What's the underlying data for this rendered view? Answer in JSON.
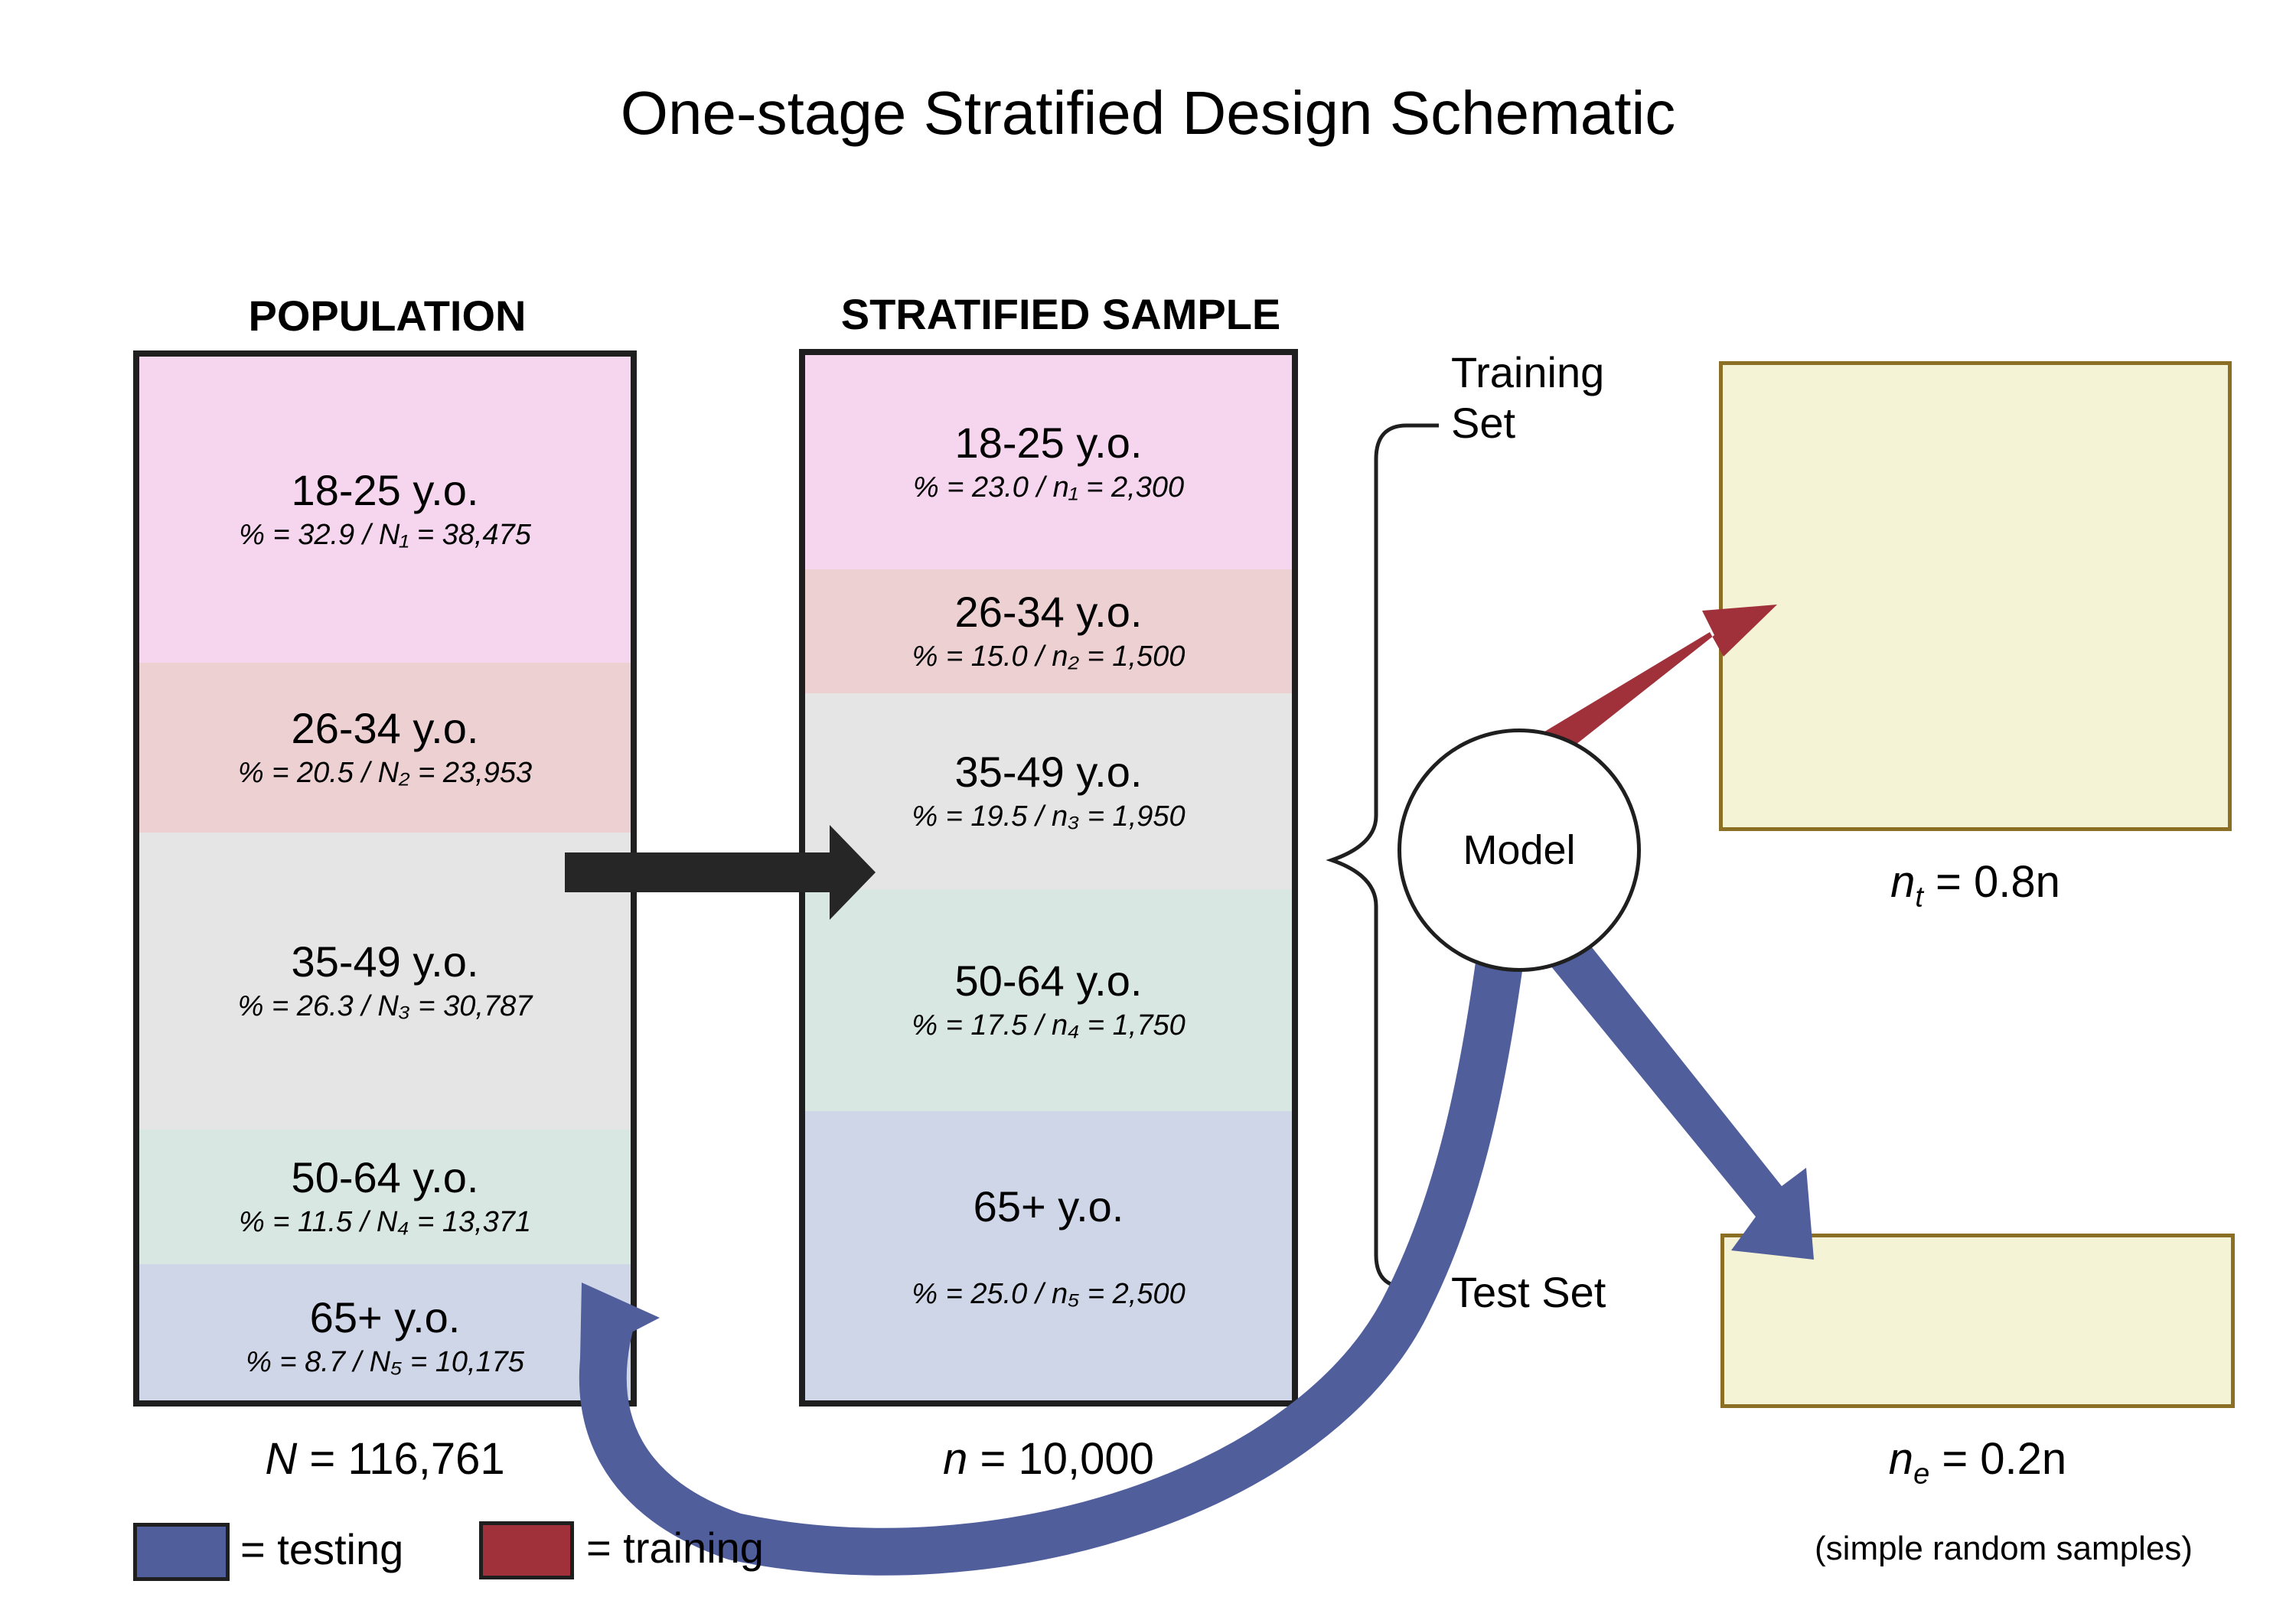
{
  "title": "One-stage Stratified Design Schematic",
  "population": {
    "header": "POPULATION",
    "strata": [
      {
        "label": "18-25 y.o.",
        "detail": "% = 32.9 / N₁ = 38,475"
      },
      {
        "label": "26-34 y.o.",
        "detail": "% = 20.5  / N₂ = 23,953"
      },
      {
        "label": "35-49 y.o.",
        "detail": "% = 26.3 / N₃ = 30,787"
      },
      {
        "label": "50-64 y.o.",
        "detail": "% = 11.5 / N₄ = 13,371"
      },
      {
        "label": "65+ y.o.",
        "detail": "% = 8.7 / N₅ = 10,175"
      }
    ],
    "total_symbol": "N",
    "total_value": " = 116,761"
  },
  "sample": {
    "header": "STRATIFIED SAMPLE",
    "strata": [
      {
        "label": "18-25 y.o.",
        "detail": "% = 23.0 / n₁ = 2,300"
      },
      {
        "label": "26-34 y.o.",
        "detail": "% = 15.0 / n₂ = 1,500"
      },
      {
        "label": "35-49 y.o.",
        "detail": "% = 19.5 / n₃ = 1,950"
      },
      {
        "label": "50-64 y.o.",
        "detail": "% = 17.5 / n₄ = 1,750"
      },
      {
        "label": "65+ y.o.",
        "detail": "% = 25.0 / n₅ = 2,500"
      }
    ],
    "total_symbol": "n",
    "total_value": " = 10,000"
  },
  "strata_colors": [
    "#f6d5ee",
    "#edd0d2",
    "#e5e5e5",
    "#d9e7e3",
    "#cfd6e8"
  ],
  "training_set": {
    "label_line1": "Training",
    "label_line2": "Set",
    "size_symbol": "n",
    "size_sub": "t",
    "size_value": " = 0.8n"
  },
  "test_set": {
    "label": "Test Set",
    "size_symbol": "n",
    "size_sub": "e",
    "size_value": " = 0.2n"
  },
  "model_label": "Model",
  "note": "(simple random samples)",
  "legend": [
    {
      "label": "= testing",
      "color": "#505e9c"
    },
    {
      "label": "= training",
      "color": "#a0313b"
    }
  ],
  "colors": {
    "testing": "#505e9c",
    "training": "#a0313b",
    "arrow": "#262626",
    "set_fill": "#f5f3d5",
    "set_border": "#8b6f24"
  }
}
